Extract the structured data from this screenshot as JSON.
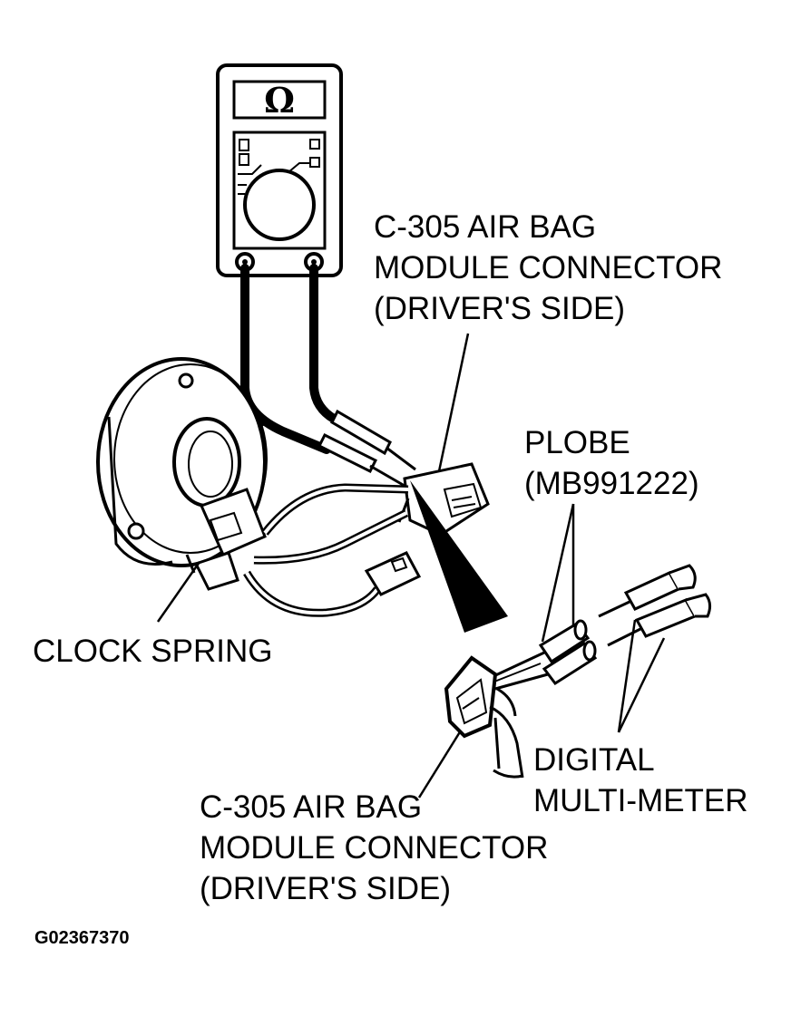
{
  "diagram": {
    "meter_display_symbol": "Ω",
    "labels": {
      "connector_top": [
        "C-305 AIR BAG",
        "MODULE CONNECTOR",
        "(DRIVER'S SIDE)"
      ],
      "probe": [
        "PLOBE",
        "(MB991222)"
      ],
      "clock_spring": "CLOCK SPRING",
      "digital_multimeter": [
        "DIGITAL",
        "MULTI-METER"
      ],
      "connector_bottom": [
        "C-305 AIR BAG",
        "MODULE CONNECTOR",
        "(DRIVER'S SIDE)"
      ]
    },
    "figure_code": "G02367370"
  },
  "colors": {
    "ink": "#000000",
    "paper": "#ffffff"
  },
  "icons": [
    "multimeter-icon",
    "clock-spring-icon",
    "connector-icon",
    "probe-icon"
  ]
}
